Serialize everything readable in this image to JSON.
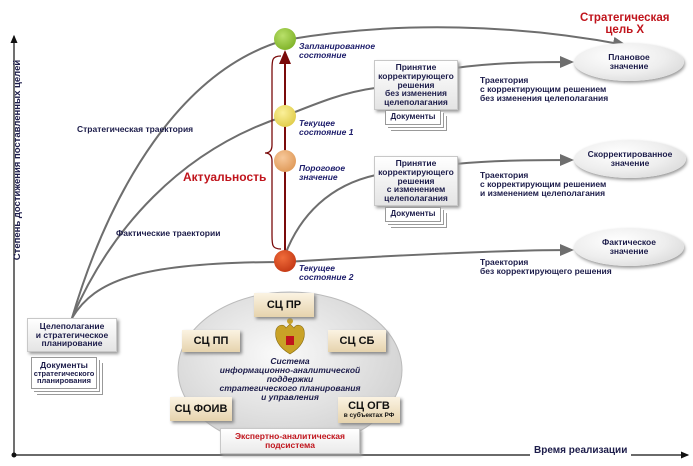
{
  "axes": {
    "y_label": "Степень достижения поставленных целей",
    "x_label": "Время реализации"
  },
  "goal_title": {
    "line1": "Стратегическая",
    "line2": "цель X"
  },
  "relevance_label": "Актуальность",
  "states": [
    {
      "line1": "Запланированное",
      "line2": "состояние",
      "color": "#7ab51d"
    },
    {
      "line1": "Текущее",
      "line2": "состояние 1",
      "color": "#e8d44a"
    },
    {
      "line1": "Пороговое",
      "line2": "значение",
      "color": "#e8a25e"
    },
    {
      "line1": "Текущее",
      "line2": "состояние 2",
      "color": "#cc3a12"
    }
  ],
  "trajectory_labels": {
    "strategic": "Стратегическая траектория",
    "actual": "Фактические траектории"
  },
  "decisions": [
    {
      "lines": [
        "Принятие",
        "корректирующего",
        "решения",
        "без изменения",
        "целеполагания"
      ],
      "doc": "Документы"
    },
    {
      "lines": [
        "Принятие",
        "корректирующего",
        "решения",
        "с изменением",
        "целеполагания"
      ],
      "doc": "Документы"
    }
  ],
  "outcomes": [
    {
      "ellipse": [
        "Плановое",
        "значение"
      ],
      "caption": [
        "Траектория",
        "с корректирующим  решением",
        "без изменения целеполагания"
      ]
    },
    {
      "ellipse": [
        "Скорректированное",
        "значение"
      ],
      "caption": [
        "Траектория",
        "с корректирующим  решением",
        "и изменением целеполагания"
      ]
    },
    {
      "ellipse": [
        "Фактическое",
        "значение"
      ],
      "caption": [
        "Траектория",
        "без корректирующего  решения"
      ]
    }
  ],
  "planning": {
    "box": [
      "Целеполагание",
      "и стратегическое",
      "планирование"
    ],
    "doc": [
      "Документы",
      "стратегического",
      "планирования"
    ]
  },
  "system": {
    "title": [
      "Система",
      "информационно-аналитической",
      "поддержки",
      "стратегического  планирования",
      "и управления"
    ],
    "centers": {
      "pr": "СЦ ПР",
      "pp": "СЦ ПП",
      "sb": "СЦ СБ",
      "foiv": "СЦ ФОИВ",
      "ogv": "СЦ ОГВ",
      "ogv_sub": "в субъектах РФ"
    },
    "expert": [
      "Экспертно-аналитическая",
      "подсистема"
    ]
  },
  "colors": {
    "accent_red": "#c0141c",
    "text_navy": "#1c1c4a",
    "line_gray": "#6e6e6e",
    "arrow_dark_red": "#7a0a0a"
  }
}
